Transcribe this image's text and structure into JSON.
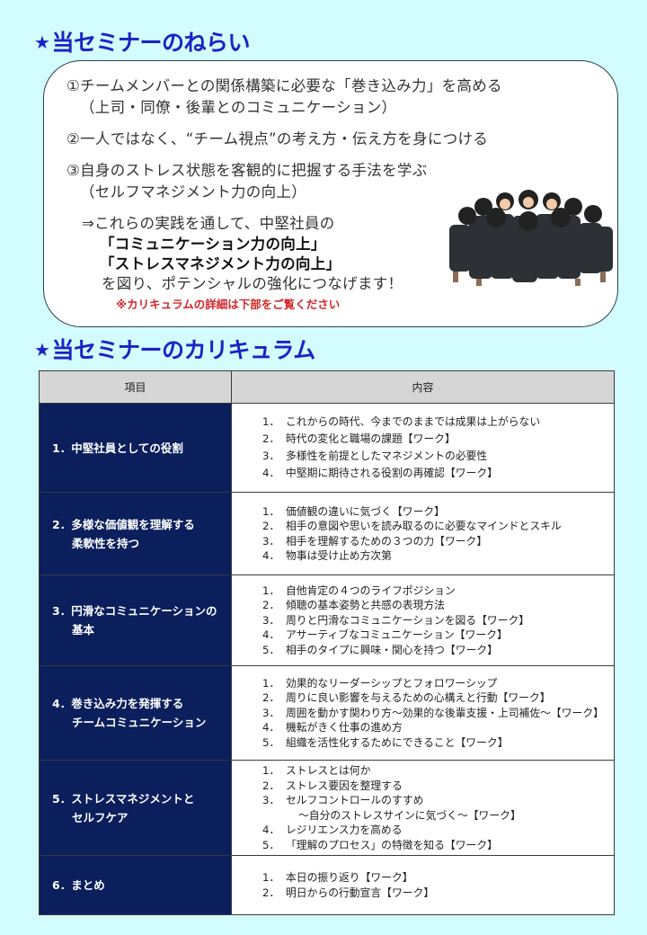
{
  "section_aims": {
    "star": "★",
    "title": "当セミナーのねらい",
    "items": [
      {
        "line1": "①チームメンバーとの関係構築に必要な「巻き込み力」を高める",
        "line2": "（上司・同僚・後輩とのコミュニケーション）"
      },
      {
        "line1": "②一人ではなく、“チーム視点”の考え方・伝え方を身につける"
      },
      {
        "line1": "③自身のストレス状態を客観的に把握する手法を学ぶ",
        "line2": "（セルフマネジメント力の向上）"
      }
    ],
    "summary_intro": "⇒これらの実践を通して、中堅社員の",
    "summary_bold_1": "「コミュニケーション力の向上」",
    "summary_bold_2": "「ストレスマネジメント力の向上」",
    "summary_end": "を図り、ポテンシャルの強化につなげます！",
    "note": "※カリキュラムの詳細は下部をご覧ください",
    "illustration": "team-huddle-illustration"
  },
  "section_curriculum": {
    "star": "★",
    "title": "当セミナーのカリキュラム",
    "headers": {
      "item": "項目",
      "content": "内容"
    },
    "rows": [
      {
        "item_line1": "1．中堅社員としての役割",
        "item_line2": "",
        "contents": [
          {
            "n": "1．",
            "text": "これからの時代、今までのままでは成果は上がらない"
          },
          {
            "n": "2．",
            "text": "時代の変化と職場の課題【ワーク】"
          },
          {
            "n": "3．",
            "text": "多様性を前提としたマネジメントの必要性"
          },
          {
            "n": "4．",
            "text": "中堅期に期待される役割の再確認【ワーク】"
          }
        ]
      },
      {
        "item_line1": "2．多様な価値観を理解する",
        "item_line2": "柔軟性を持つ",
        "contents": [
          {
            "n": "1．",
            "text": "価値観の違いに気づく【ワーク】"
          },
          {
            "n": "2．",
            "text": "相手の意図や思いを読み取るのに必要なマインドとスキル"
          },
          {
            "n": "3．",
            "text": "相手を理解するための３つの力【ワーク】"
          },
          {
            "n": "4．",
            "text": "物事は受け止め方次第"
          }
        ]
      },
      {
        "item_line1": "3．円滑なコミュニケーションの",
        "item_line2": "基本",
        "contents": [
          {
            "n": "1．",
            "text": "自他肯定の４つのライフポジション"
          },
          {
            "n": "2．",
            "text": "傾聴の基本姿勢と共感の表現方法"
          },
          {
            "n": "3．",
            "text": "周りと円滑なコミュニケーションを図る【ワーク】"
          },
          {
            "n": "4．",
            "text": "アサーティブなコミュニケーション【ワーク】"
          },
          {
            "n": "5．",
            "text": "相手のタイプに興味・関心を持つ【ワーク】"
          }
        ]
      },
      {
        "item_line1": "4．巻き込み力を発揮する",
        "item_line2": "チームコミュニケーション",
        "contents": [
          {
            "n": "1．",
            "text": "効果的なリーダーシップとフォロワーシップ"
          },
          {
            "n": "2．",
            "text": "周りに良い影響を与えるための心構えと行動【ワーク】"
          },
          {
            "n": "3．",
            "text": "周囲を動かす関わり方～効果的な後輩支援・上司補佐～【ワーク】"
          },
          {
            "n": "4．",
            "text": "機転がきく仕事の進め方"
          },
          {
            "n": "5．",
            "text": "組織を活性化するためにできること【ワーク】"
          }
        ]
      },
      {
        "item_line1": "5．ストレスマネジメントと",
        "item_line2": "セルフケア",
        "contents": [
          {
            "n": "1．",
            "text": "ストレスとは何か"
          },
          {
            "n": "2．",
            "text": "ストレス要因を整理する"
          },
          {
            "n": "3．",
            "text": "セルフコントロールのすすめ"
          },
          {
            "n": "",
            "text": "～自分のストレスサインに気づく～【ワーク】",
            "sub": true
          },
          {
            "n": "4．",
            "text": "レジリエンス力を高める"
          },
          {
            "n": "5．",
            "text": "「理解のプロセス」の特徴を知る【ワーク】"
          }
        ]
      },
      {
        "item_line1": "6．まとめ",
        "item_line2": "",
        "contents": [
          {
            "n": "1．",
            "text": "本日の振り返り【ワーク】"
          },
          {
            "n": "2．",
            "text": "明日からの行動宣言【ワーク】"
          }
        ]
      }
    ]
  },
  "colors": {
    "background": "#d2fcfe",
    "title": "#1a23c4",
    "item_cell": "#0a1f5c",
    "header_cell": "#d6d6d6",
    "note": "#d6262a"
  }
}
